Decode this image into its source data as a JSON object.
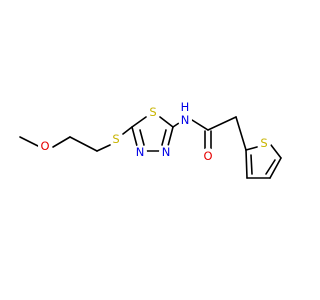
{
  "molecule": {
    "atoms": [
      {
        "id": "O_ether",
        "symbol": "O",
        "color": "#e60000"
      },
      {
        "id": "S_thioether",
        "symbol": "S",
        "color": "#c8b400"
      },
      {
        "id": "S_thiadiazole",
        "symbol": "S",
        "color": "#c8b400"
      },
      {
        "id": "N_ring_left",
        "symbol": "N",
        "color": "#0000e6"
      },
      {
        "id": "N_ring_right",
        "symbol": "N",
        "color": "#0000e6"
      },
      {
        "id": "N_amide",
        "symbol": "N",
        "color": "#0000e6"
      },
      {
        "id": "H_amide",
        "symbol": "H",
        "color": "#0000e6"
      },
      {
        "id": "O_carbonyl",
        "symbol": "O",
        "color": "#e60000"
      },
      {
        "id": "S_thiophene",
        "symbol": "S",
        "color": "#c8b400"
      }
    ],
    "bond_color": "#000000"
  }
}
